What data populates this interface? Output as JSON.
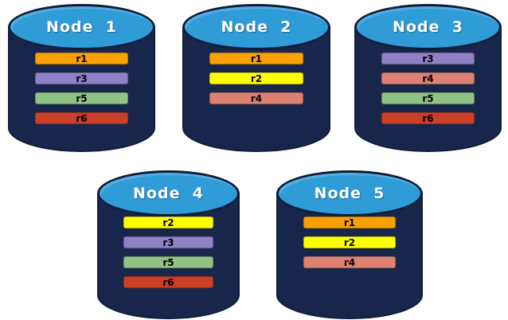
{
  "diagram": {
    "description_hint": "database replica placement diagram"
  },
  "colors": {
    "background": "#ffffff",
    "cylinder_body": "#18264c",
    "cylinder_outline": "#0f1d3b",
    "cylinder_top": "#2f9cd8",
    "title_text": "#ffffff",
    "bar_text": "#000000",
    "replica_colors": {
      "r1": "#f9a102",
      "r2": "#ffff00",
      "r3": "#8e81c6",
      "r4": "#de8170",
      "r5": "#90c283",
      "r6": "#cb3f27"
    }
  },
  "nodes": [
    {
      "label": "Node  1",
      "replicas": [
        "r1",
        "r3",
        "r5",
        "r6"
      ]
    },
    {
      "label": "Node  2",
      "replicas": [
        "r1",
        "r2",
        "r4"
      ]
    },
    {
      "label": "Node  3",
      "replicas": [
        "r3",
        "r4",
        "r5",
        "r6"
      ]
    },
    {
      "label": "Node  4",
      "replicas": [
        "r2",
        "r3",
        "r5",
        "r6"
      ]
    },
    {
      "label": "Node  5",
      "replicas": [
        "r1",
        "r2",
        "r4"
      ]
    }
  ]
}
